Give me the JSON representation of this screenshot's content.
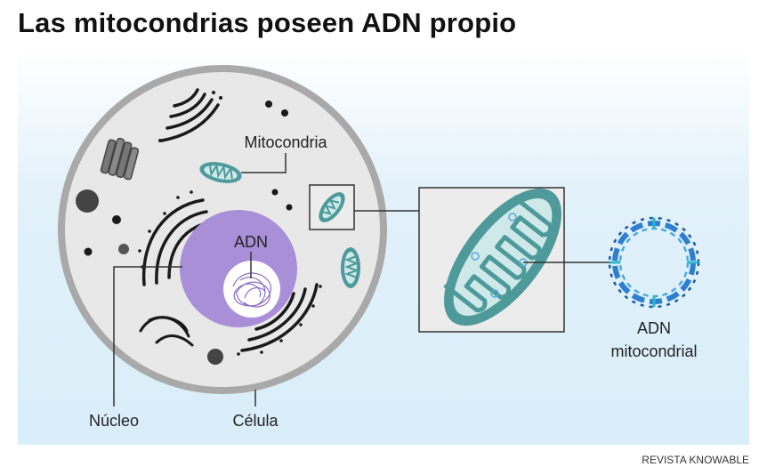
{
  "title": "Las mitocondrias poseen ADN propio",
  "labels": {
    "mitocondria": "Mitocondria",
    "adn": "ADN",
    "nucleo": "Núcleo",
    "celula": "Célula",
    "adn_mito_line1": "ADN",
    "adn_mito_line2": "mitocondrial"
  },
  "credit": "REVISTA KNOWABLE",
  "colors": {
    "membrane": "#a9a9a9",
    "cytoplasm": "#e8e8e8",
    "nucleus": "#a88fd8",
    "mitochondria": "#4e9a9a",
    "mito_inner": "#cfe8ea",
    "dna": "#2f7fd0"
  }
}
